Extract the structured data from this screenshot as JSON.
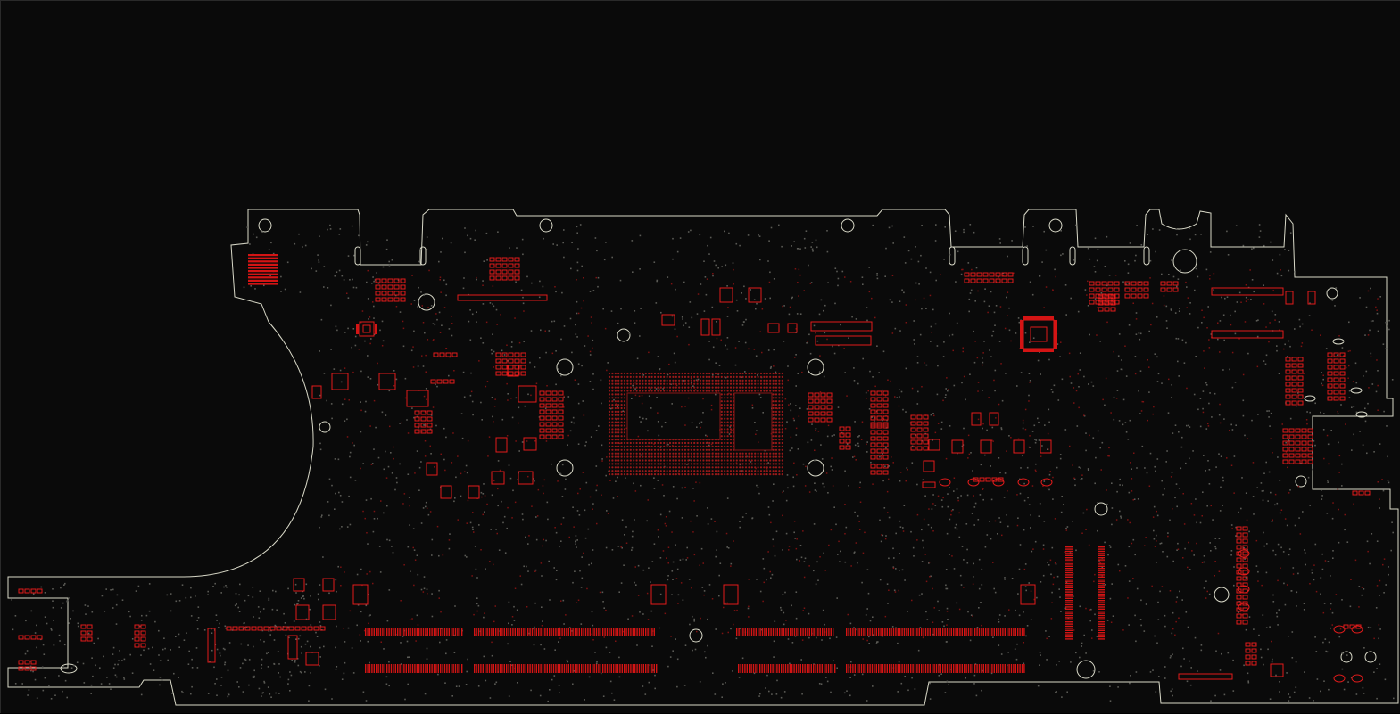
{
  "colors": {
    "background": "#0a0a0a",
    "board_outline": "#d9d9c8",
    "component_pads": "#e31b1b",
    "vias": "#7c1212",
    "silk_dots": "#5a5a55"
  },
  "icons": [
    "pcb-board-outline",
    "bga-cpu-footprint",
    "qfn-chip-footprint",
    "dimm-connector-pads",
    "mounting-hole"
  ]
}
